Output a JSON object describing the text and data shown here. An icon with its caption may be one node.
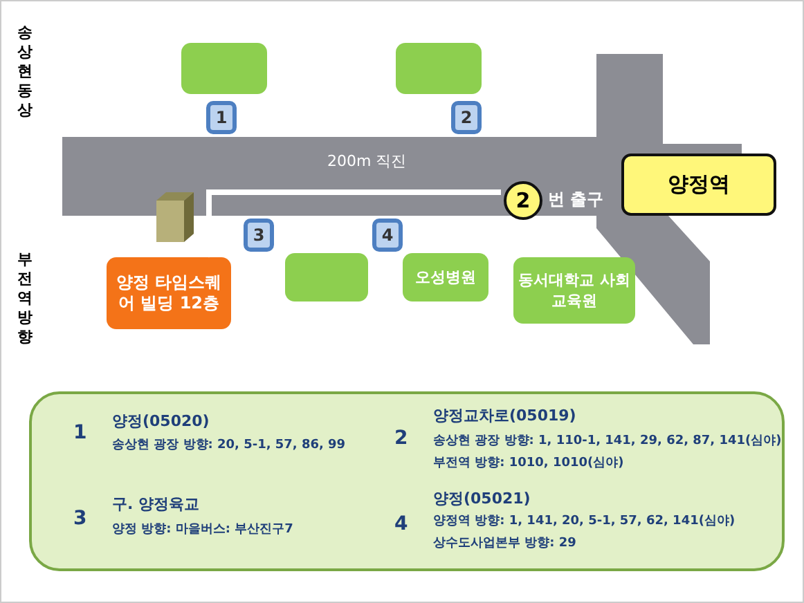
{
  "diagram": {
    "nodes": [
      {
        "text": [],
        "shape": "box"
      },
      {
        "text": [],
        "shape": "box"
      },
      {
        "text": [
          "1"
        ]
      },
      {
        "text": [
          "2"
        ]
      },
      {
        "text": [
          "양정역"
        ]
      },
      {
        "text": [
          "2"
        ],
        "beside": [
          "번 출구"
        ]
      },
      {
        "text": [
          "3"
        ]
      },
      {
        "text": [
          "4"
        ]
      },
      {
        "text": [
          "양정 타임스퀘어 빌딩 12층"
        ]
      },
      {
        "text": [],
        "shape": "box"
      },
      {
        "text": [
          "오성병원"
        ]
      },
      {
        "text": [
          "동서대학교 사회교육원"
        ]
      },
      {
        "text": [
          "1",
          "양정(05020)",
          "송상현 광장 방향: 20, 5-1, 57, 86, 99",
          "2",
          "양정교차로(05019)",
          "송상현 광장 방향: 1, 110-1, 141, 29, 62, 87, 141(심야)",
          "부전역 방향: 1010, 1010(심야)",
          "3",
          "구. 양정육교",
          "양정 방향: 마을버스: 부산진구7",
          "4",
          "양정(05021)",
          "양정역 방향: 1, 141, 20, 5-1, 57, 62, 141(심야)",
          "상수도사업본부 방향: 29"
        ]
      }
    ],
    "edges": [
      {
        "from": 5,
        "to": 8,
        "arrow": "to",
        "label": "200m 직진"
      }
    ],
    "labels": [
      "송상현 동상",
      "부전역 방향"
    ]
  }
}
